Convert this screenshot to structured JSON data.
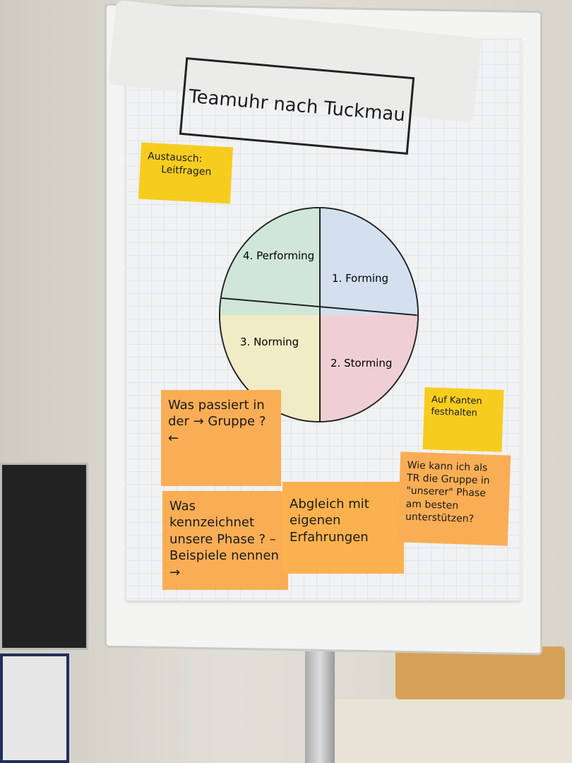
{
  "flipchart": {
    "title": "Teamuhr nach Tuckmau",
    "sticky_top": {
      "line1": "Austausch:",
      "line2": "Leitfragen"
    },
    "clock": {
      "q4": "4. Performing",
      "q1": "1. Forming",
      "q3": "3. Norming",
      "q2": "2. Storming"
    },
    "note_kanten": "Auf Kanten festhalten",
    "note_passiert": "Was passiert in der → Gruppe ? ←",
    "note_kennzeichnet": "Was kennzeichnet unsere Phase ? – Beispiele nennen →",
    "note_abgleich": "Abgleich mit eigenen Erfahrungen",
    "note_tr": "Wie kann ich als TR die Gruppe in \"unserer\" Phase am besten unterstützen?"
  }
}
